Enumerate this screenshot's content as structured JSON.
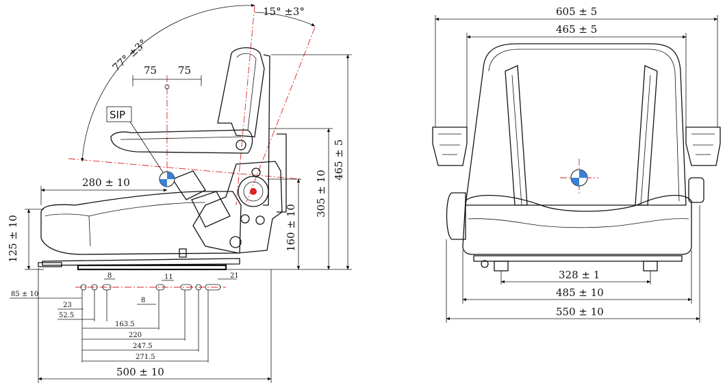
{
  "diagram": {
    "side_view": {
      "angle_top": "15° ±3°",
      "angle_back": "77° ±3°",
      "sip_offset_left": "75",
      "sip_offset_right": "75",
      "sip_label": "SIP",
      "depth_sip": "280 ± 10",
      "height_cushion": "125 ± 10",
      "height_sip": "160 ± 10",
      "height_backrest": "305 ± 10",
      "height_total": "465 ± 5",
      "slot_8a": "8",
      "slot_11": "11",
      "slot_21": "21",
      "slot_8b": "8",
      "d_85": "85 ± 10",
      "d_23": "23",
      "d_52_5": "52.5",
      "d_163_5": "163.5",
      "d_220": "220",
      "d_247_5": "247.5",
      "d_271_5": "271.5",
      "depth_total": "500 ± 10"
    },
    "front_view": {
      "width_armrests": "605 ± 5",
      "width_backrest": "465 ± 5",
      "width_mount": "328 ± 1",
      "width_cushion": "485 ± 10",
      "width_base": "550 ± 10"
    }
  }
}
